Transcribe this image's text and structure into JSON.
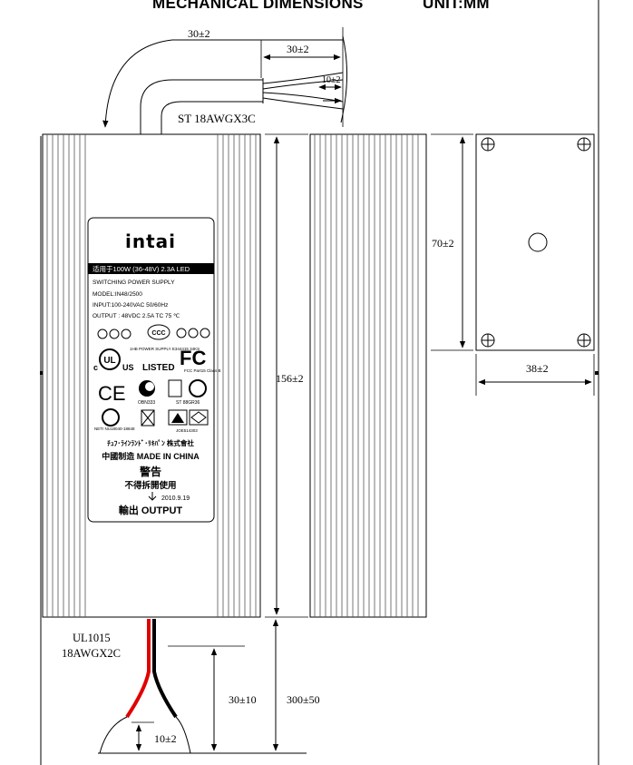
{
  "header": {
    "title": "MECHANICAL DIMENSIONS",
    "unit": "UNIT:MM"
  },
  "dimensions": {
    "top_lead_total": "30±2",
    "top_lead_strip": "30±2",
    "top_lead_tip": "10±2",
    "top_cable_spec": "ST 18AWGX3C",
    "body_length": "156±2",
    "mount_height": "70±2",
    "mount_width": "38±2",
    "bottom_cable_spec_line1": "UL1015",
    "bottom_cable_spec_line2": "18AWGX2C",
    "bottom_strip": "30±10",
    "bottom_total": "300±50",
    "bottom_tip": "10±2"
  },
  "label": {
    "brand": "intai",
    "model_line": "适用于100W (36-48V) 2.3A  LED",
    "type_line": "SWITCHING POWER SUPPLY",
    "model": "MODEL:IN48/2500",
    "input": "INPUT:100-240VAC  50/60Hz",
    "output": "OUTPUT : 48VDC  2.5A  TC 75 ℃",
    "ccc": "CCC",
    "ul_left": "c",
    "ul_mark": "UL",
    "ul_right": "US",
    "listed": "LISTED",
    "ul_text": "1HB POWER SUPPLY\nE344415 34KS",
    "fc": "FC",
    "fc_sub": "FCC Part15\nClass B",
    "ce": "CE",
    "ob_text": "OBN333",
    "st_text": "ST 88GR36",
    "psa_text": "JOE514303",
    "neti_text": "NETI\nNU18040-18848",
    "jp_company": "ﾁｭﾌ･ﾗｲﾝﾗﾝﾄﾞ･ﾘｷﾊﾟﾝ 株式會社",
    "made_in": "中國制造  MADE IN CHINA",
    "warning_cn": "警告",
    "warning_text": "不得拆開使用",
    "date": "2010.9.19",
    "output_cn": "輸出 OUTPUT"
  }
}
